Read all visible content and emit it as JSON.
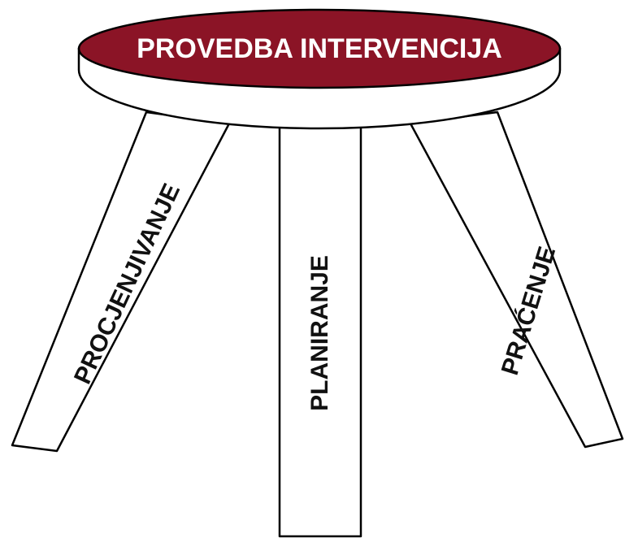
{
  "seat": {
    "label": "PROVEDBA INTERVENCIJA",
    "fill_color": "#8b1426",
    "text_color": "#ffffff"
  },
  "legs": {
    "left": {
      "label": "PROCJENJIVANJE"
    },
    "middle": {
      "label": "PLANIRANJE"
    },
    "right": {
      "label": "PRAĆENJE"
    }
  }
}
